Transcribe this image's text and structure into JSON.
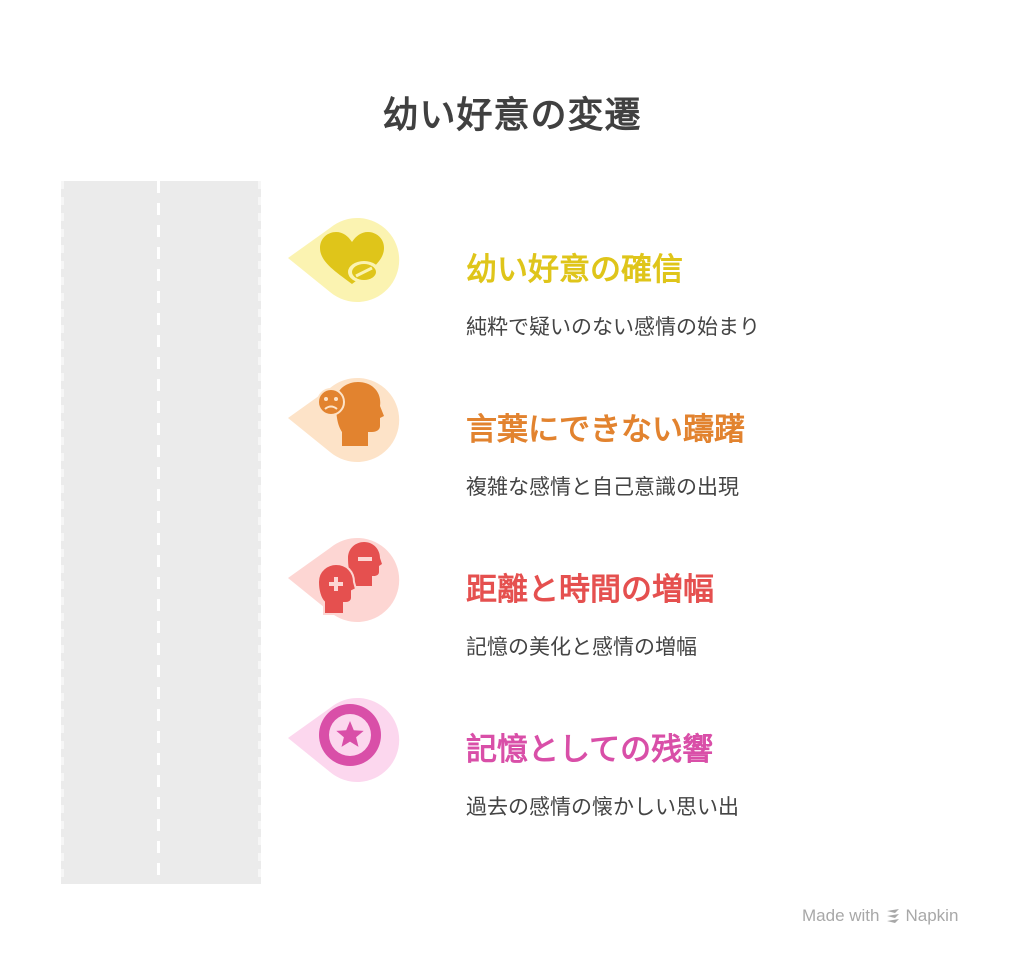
{
  "title": "幼い好意の変遷",
  "stages": [
    {
      "heading": "幼い好意の確信",
      "description": "純粋で疑いのない感情の始まり",
      "icon": "heart-bandage-icon",
      "color": "#dfc51a",
      "bg": "#fbf3b1"
    },
    {
      "heading": "言葉にできない躊躇",
      "description": "複雑な感情と自己意識の出現",
      "icon": "sad-head-icon",
      "color": "#e2832f",
      "bg": "#fde3c8"
    },
    {
      "heading": "距離と時間の増幅",
      "description": "記憶の美化と感情の増幅",
      "icon": "plus-minus-heads-icon",
      "color": "#e5504f",
      "bg": "#fdd6d3"
    },
    {
      "heading": "記憶としての残響",
      "description": "過去の感情の懐かしい思い出",
      "icon": "star-badge-icon",
      "color": "#d94fa8",
      "bg": "#fcd7ee"
    }
  ],
  "footer": {
    "made_with": "Made with",
    "brand": "Napkin"
  }
}
